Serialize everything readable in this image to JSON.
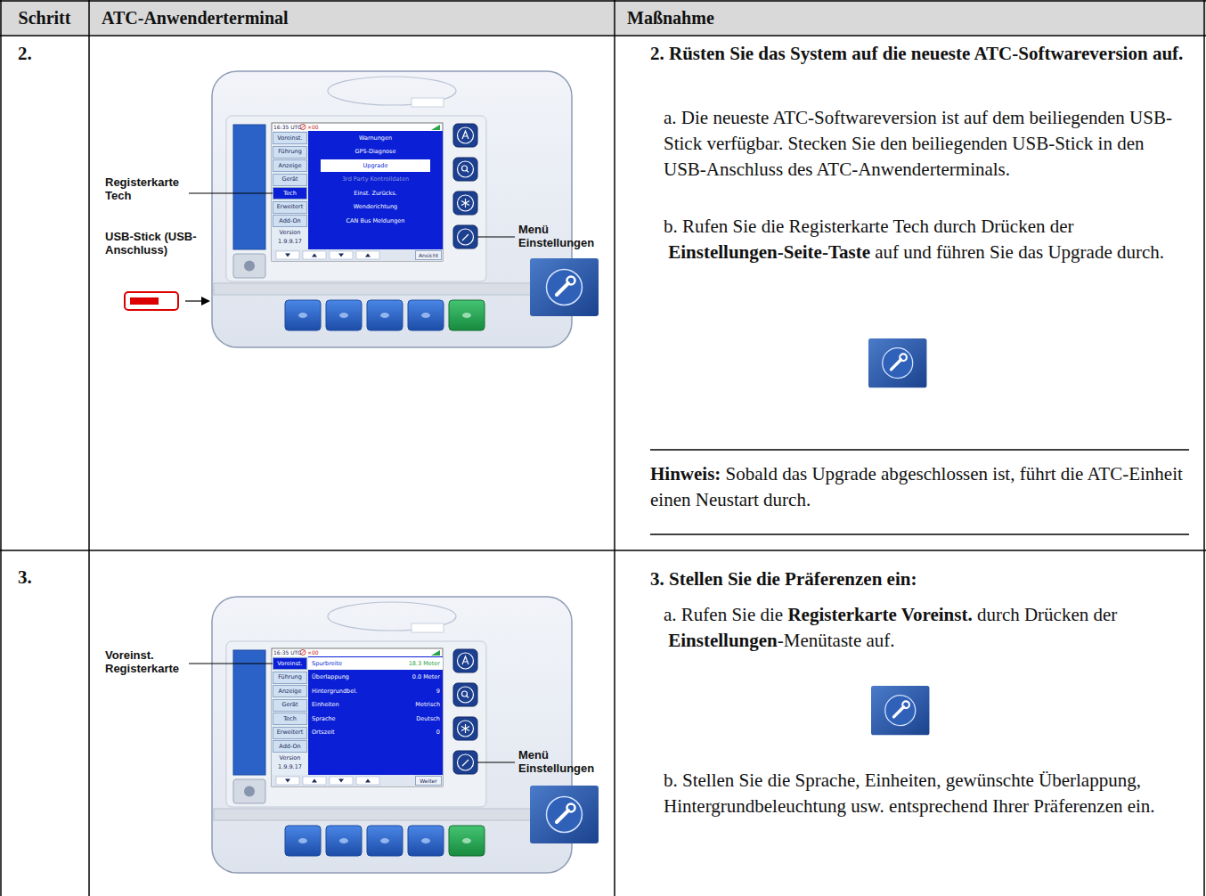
{
  "diagram": {
    "labels": [
      "Schritt",
      "ATC-Anwenderterminal",
      "Maßnahme",
      "2.",
      "16:35 UTC",
      "×00",
      "Voreinst.",
      "Führung",
      "Anzeige",
      "Gerät",
      "Tech",
      "Erweitert",
      "Add-On",
      "Version",
      "1.9.9.17",
      "Warnungen",
      "GPS-Diagnose",
      "Upgrade",
      "3rd Party Kontrolldaten",
      "Einst. Zurücks.",
      "Wenderichtung",
      "CAN Bus Meldungen",
      "Ansicht",
      "Registerkarte Tech",
      "USB-Stick (USB-Anschluss)",
      "Menü Einstellungen",
      "2. Rüsten Sie das System auf die neueste ATC-Softwareversion auf.",
      "a. Die neueste ATC-Softwareversion ist auf dem beiliegenden USB-Stick verfügbar. Stecken Sie den beiliegenden USB-Stick in den USB-Anschluss des ATC-Anwenderterminals.",
      "b. Rufen Sie die Registerkarte Tech durch Drücken der",
      "Einstellungen-Seite-Taste",
      "auf und führen Sie das Upgrade durch.",
      "Hinweis:",
      "Sobald das Upgrade abgeschlossen ist, führt die ATC-Einheit einen Neustart durch.",
      "3.",
      "16:35 UTC",
      "×00",
      "Voreinst.",
      "Führung",
      "Anzeige",
      "Gerät",
      "Tech",
      "Erweitert",
      "Add-On",
      "Version",
      "1.9.9.17",
      "Spurbreite",
      "18.3 Meter",
      "Überlappung",
      "0.0 Meter",
      "Hintergrundbel.",
      "9",
      "Einheiten",
      "Metrisch",
      "Sprache",
      "Deutsch",
      "Ortszeit",
      "0",
      "Weiter",
      "Voreinst. Registerkarte",
      "Menü Einstellungen",
      "3. Stellen Sie die Präferenzen ein:",
      "a. Rufen Sie die",
      "Registerkarte Voreinst.",
      "durch Drücken der",
      "Einstellungen",
      "-Menütaste auf.",
      "b. Stellen Sie die Sprache, Einheiten, gewünschte Überlappung, Hintergrundbeleuchtung usw. entsprechend Ihrer Präferenzen ein."
    ]
  }
}
